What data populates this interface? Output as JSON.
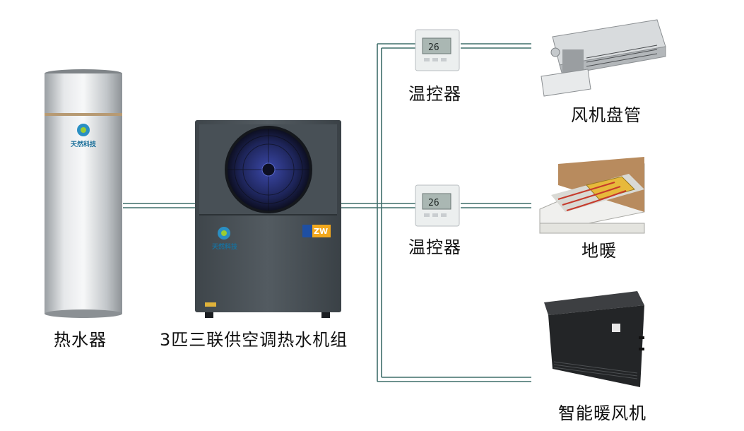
{
  "labels": {
    "water_heater": "热水器",
    "heat_pump": "3匹三联供空调热水机组",
    "thermostat_top": "温控器",
    "thermostat_mid": "温控器",
    "fan_coil": "风机盘管",
    "floor_heating": "地暖",
    "smart_heater": "智能暖风机"
  },
  "brand": {
    "logo_text": "天然科技",
    "badge_text": "ZW"
  },
  "thermostat": {
    "display": "26"
  },
  "colors": {
    "pipe": "#3f6e6a",
    "unit_body": "#4a5258",
    "tank": "#d9dcde"
  }
}
